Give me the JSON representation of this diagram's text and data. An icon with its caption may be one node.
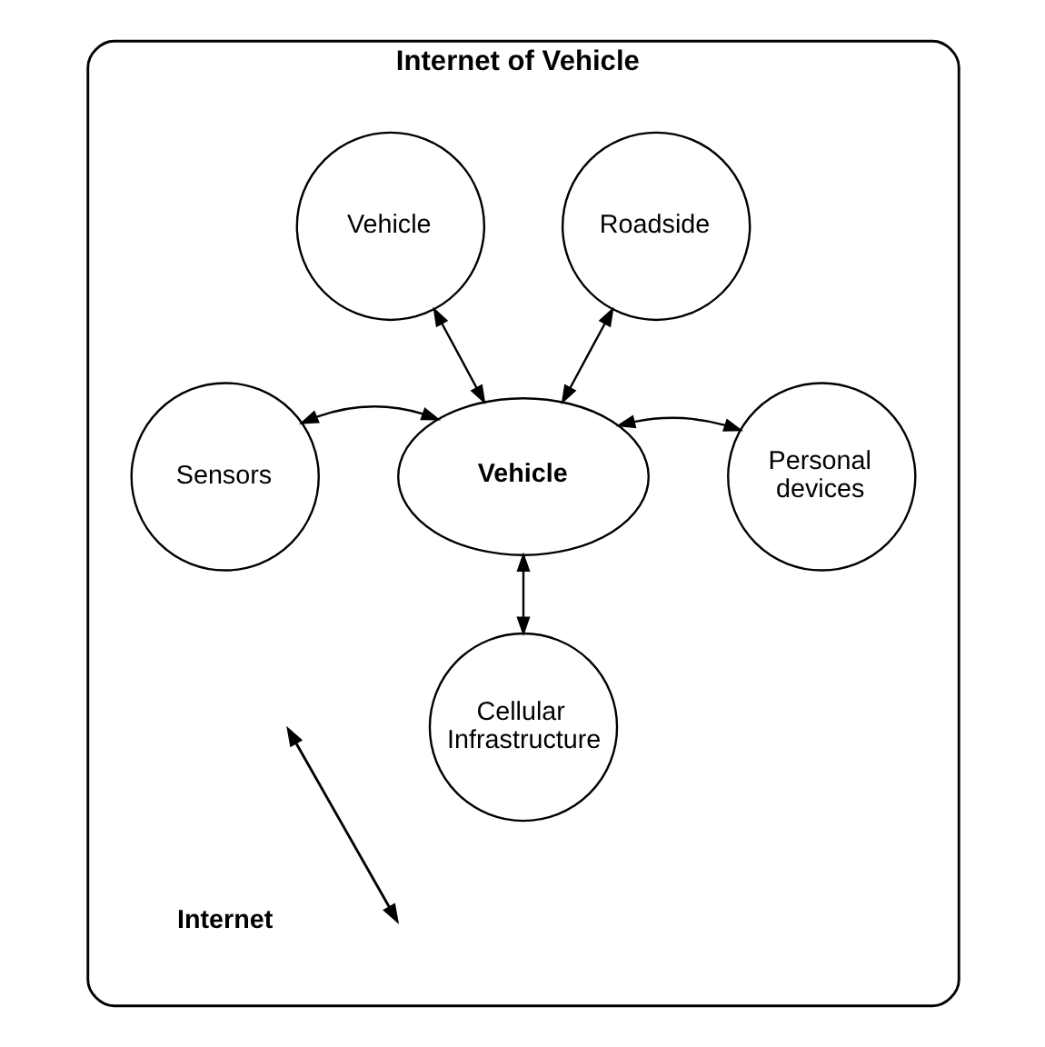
{
  "diagram": {
    "nodes": [
      {
        "text": [
          "Internet of Vehicle"
        ]
      },
      {
        "text": [
          "Vehicle"
        ],
        "in": 0
      },
      {
        "text": [
          "Roadside"
        ],
        "in": 0
      },
      {
        "text": [
          "Sensors"
        ],
        "in": 0
      },
      {
        "text": [
          "Vehicle"
        ],
        "in": 0
      },
      {
        "text": [
          "Personal devices"
        ],
        "in": 0
      },
      {
        "text": [
          "Cellular Infrastructure"
        ],
        "in": 0
      }
    ],
    "edges": [
      {
        "from": 1,
        "to": 4,
        "arrow": "both"
      },
      {
        "from": 2,
        "to": 4,
        "arrow": "both"
      },
      {
        "from": 3,
        "to": 4,
        "arrow": "both"
      },
      {
        "from": 4,
        "to": 5,
        "arrow": "both"
      },
      {
        "from": 4,
        "to": 6,
        "arrow": "both"
      }
    ],
    "legend": [
      {
        "text": "Internet"
      }
    ]
  }
}
